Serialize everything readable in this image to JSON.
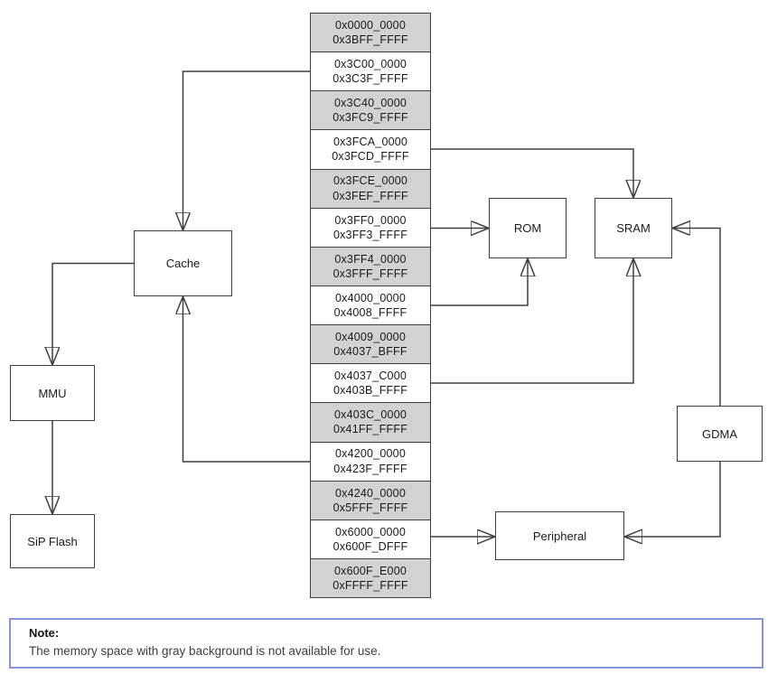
{
  "diagram": {
    "memory_blocks": [
      {
        "start": "0x0000_0000",
        "end": "0x3BFF_FFFF",
        "available": false
      },
      {
        "start": "0x3C00_0000",
        "end": "0x3C3F_FFFF",
        "available": true
      },
      {
        "start": "0x3C40_0000",
        "end": "0x3FC9_FFFF",
        "available": false
      },
      {
        "start": "0x3FCA_0000",
        "end": "0x3FCD_FFFF",
        "available": true
      },
      {
        "start": "0x3FCE_0000",
        "end": "0x3FEF_FFFF",
        "available": false
      },
      {
        "start": "0x3FF0_0000",
        "end": "0x3FF3_FFFF",
        "available": true
      },
      {
        "start": "0x3FF4_0000",
        "end": "0x3FFF_FFFF",
        "available": false
      },
      {
        "start": "0x4000_0000",
        "end": "0x4008_FFFF",
        "available": true
      },
      {
        "start": "0x4009_0000",
        "end": "0x4037_BFFF",
        "available": false
      },
      {
        "start": "0x4037_C000",
        "end": "0x403B_FFFF",
        "available": true
      },
      {
        "start": "0x403C_0000",
        "end": "0x41FF_FFFF",
        "available": false
      },
      {
        "start": "0x4200_0000",
        "end": "0x423F_FFFF",
        "available": true
      },
      {
        "start": "0x4240_0000",
        "end": "0x5FFF_FFFF",
        "available": false
      },
      {
        "start": "0x6000_0000",
        "end": "0x600F_DFFF",
        "available": true
      },
      {
        "start": "0x600F_E000",
        "end": "0xFFFF_FFFF",
        "available": false
      }
    ],
    "components": {
      "cache": "Cache",
      "mmu": "MMU",
      "sip_flash": "SiP Flash",
      "rom": "ROM",
      "sram": "SRAM",
      "gdma": "GDMA",
      "peripheral": "Peripheral"
    }
  },
  "note": {
    "title": "Note:",
    "body": "The memory space with gray background is not available for use."
  },
  "colors": {
    "unavailable_bg": "#d2d2d2",
    "available_bg": "#ffffff",
    "diagram_line": "#3f3f3f",
    "arrow_fill": "#0d0d0d",
    "note_border": "#8494d6"
  }
}
